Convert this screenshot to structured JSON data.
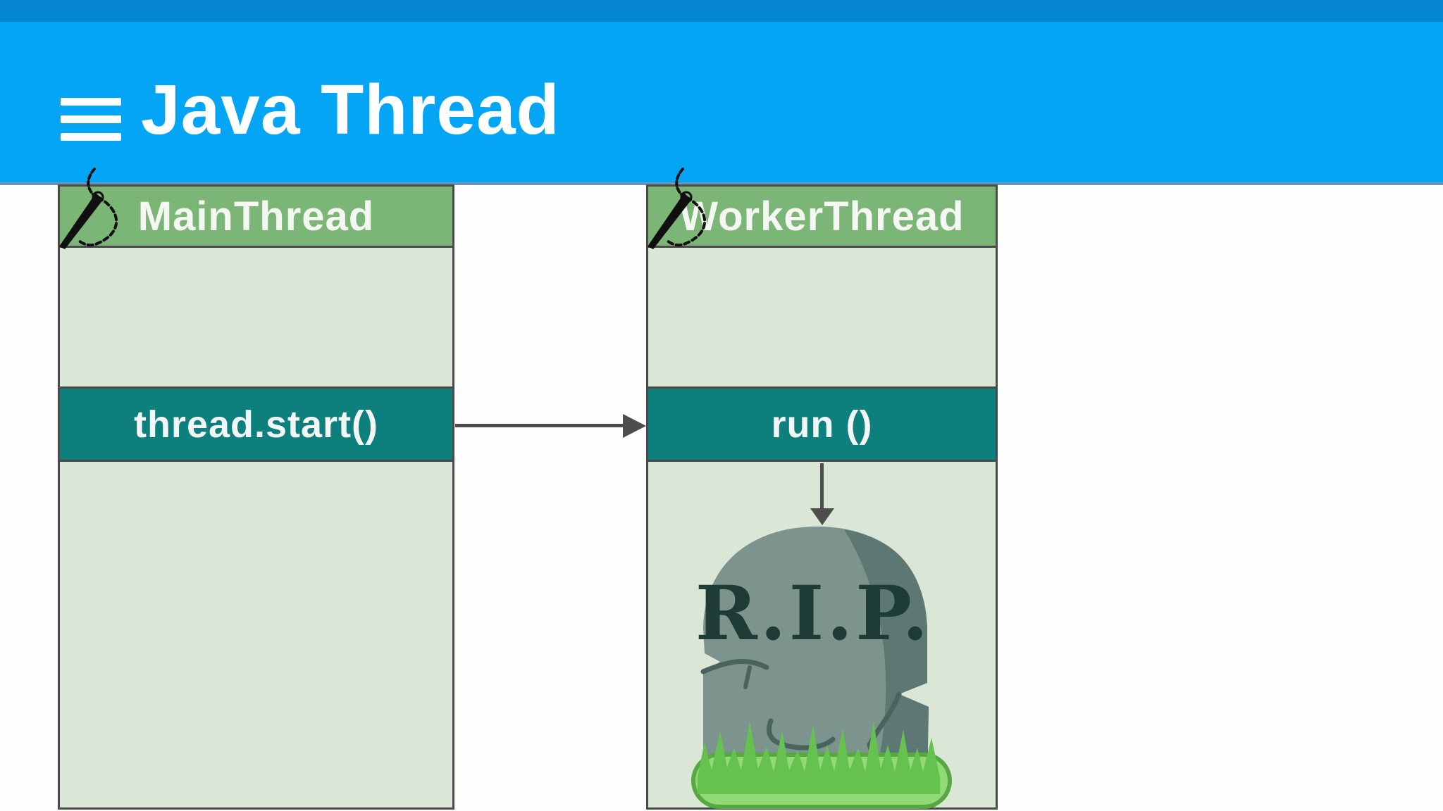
{
  "header": {
    "title": "Java Thread"
  },
  "columns": [
    {
      "title": "MainThread",
      "action": "thread.start()"
    },
    {
      "title": "WorkerThread",
      "action": "run ()",
      "tombstone_label": "R.I.P."
    }
  ],
  "colors": {
    "status_bar": "#0487d0",
    "app_bar": "#04a5f4",
    "column_header_green": "#7cb677",
    "column_body_green": "#dbe7d6",
    "action_band_teal": "#0d807e",
    "border_gray": "#4a4a4a",
    "arrow_gray": "#4d4d4d",
    "stone_gray": "#7d938e",
    "stone_shadow": "#5d7772",
    "grass_green": "#65c24f",
    "grass_base": "#92da74"
  }
}
